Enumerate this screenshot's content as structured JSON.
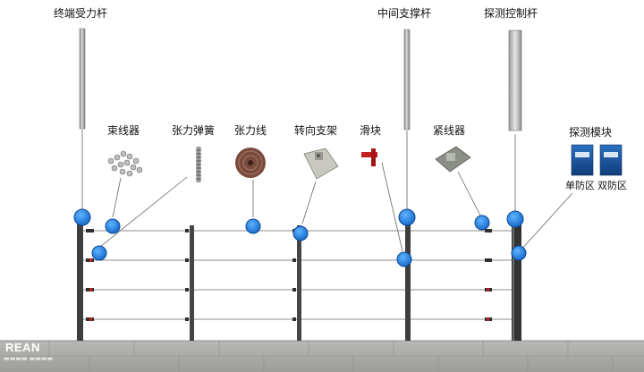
{
  "labels": {
    "terminal_pole": "终端受力杆",
    "middle_pole": "中间支撑杆",
    "detector_pole": "探测控制杆",
    "wire_bundle": "束线器",
    "tension_spring": "张力弹簧",
    "tension_wire": "张力线",
    "turn_bracket": "转向支架",
    "slider": "滑块",
    "tightener": "紧线器",
    "detector_module": "探测模块",
    "single_zone": "单防区",
    "double_zone": "双防区"
  },
  "brand": {
    "name": "REAN"
  },
  "colors": {
    "marker": "#1e88e5",
    "post": "#3c3c3c",
    "wall": "#a8a8a4",
    "wire": "#888888"
  }
}
